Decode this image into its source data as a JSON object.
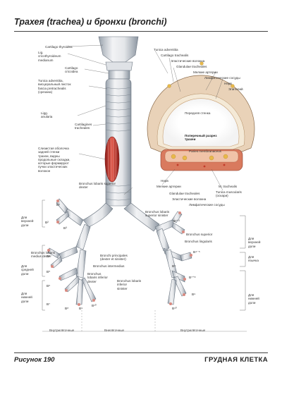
{
  "header": {
    "title": "Трахея (trachea) и бронхи (bronchi)"
  },
  "footer": {
    "figure": "Рисунок 190",
    "section": "ГРУДНАЯ КЛЕТКА"
  },
  "labels": {
    "cart_thyroidea": "Cartilago thyroidea",
    "lig_cricothyroid": "Lig.\ncricothyroideum\nmedianum",
    "cart_cricoidea": "Cartilago\ncricoidea",
    "tunica_adv_left": "Tunica adventitia,\nвисцеральный листок\nfascia pretrachealis\n(срезана)",
    "ligg_anularia": "Ligg.\nanularia",
    "cartilagines": "Cartilagines\ntracheales",
    "mucosa": "Слизистая оболочка\nзадней стенки\nтрахеи, видны\nпродольные складки,\nкоторые формируют\nпучки эластических\nволокон",
    "bronchus_lob_sup_dexter": "Bronchus lobaris superior\ndexter",
    "b1": "B¹",
    "b2": "B²",
    "b3": "B³",
    "b4": "B⁴",
    "b5": "B⁵",
    "b6": "B⁶",
    "b7": "B⁷",
    "b8": "B⁸",
    "b9": "B⁹",
    "b10": "B¹⁰",
    "lobe_upper_left": "Для\nверхней\nдоли",
    "lobe_middle": "Для\nсредней\nдоли",
    "lobe_lower_left": "Для\nнижней\nдоли",
    "bronchus_lob_medius": "Bronchus lobaris\nmedius dexter",
    "bronchi_principales": "Bronchi principales\n(dexter et sinister)",
    "bronchus_intermedius": "Bronchus intermedius",
    "bronchus_lob_inf_dexter": "Bronchus\nlobaris inferior\ndexter",
    "bronchus_lob_inf_sinister": "Bronchus lobaris\ninferior\nsinister",
    "bronchus_lob_sup_sinister": "Bronchus lobaris\nsuperior sinister",
    "b12": "B¹⁺²",
    "bronchus_superior": "Bronchus superior",
    "bronchus_lingularis": "Bronchus lingularis",
    "b45": "B⁴⁻⁵",
    "b78": "B⁷⁺⁸",
    "lobe_upper_right": "Для\nверхней\nдоли",
    "lobe_lingula": "Для\nязычка",
    "lobe_lower_right": "Для\nнижней\nдоли",
    "tunica_adv_right": "Tunica adventitia",
    "cartilago_trachealis": "Cartilago trachealis",
    "elastic_fibers": "Эластические волокна",
    "glandulae": "Glandulae tracheales",
    "small_arteries": "Мелкие артерии",
    "lymph_vessels": "Лимфатические сосуды",
    "nerve": "Нерв",
    "epithelium": "Эпителий",
    "anterior_wall": "Передняя стенка",
    "cross_section": "Поперечный разрез\nтрахеи",
    "paries": "Paries membranaceus",
    "nerve2": "Нерв",
    "small_arteries2": "Мелкие артерии",
    "glandulae2": "Glandulae tracheales",
    "elastic2": "Эластические волокна",
    "m_trachealis": "M. trachealis",
    "tunica_musc": "Tunica muscularis\n(оскари)",
    "lymph2": "Лимфатические сосуды"
  },
  "zones": {
    "intra_left": "Внутрилёгочные",
    "extra": "Внелёгочные",
    "intra_right": "Внутрилёгочные"
  },
  "colors": {
    "muscle": "#c0392b",
    "cartilage": "#e9eaec",
    "airway_shadow": "#9aa3ad",
    "ring": "#d9a86a"
  }
}
